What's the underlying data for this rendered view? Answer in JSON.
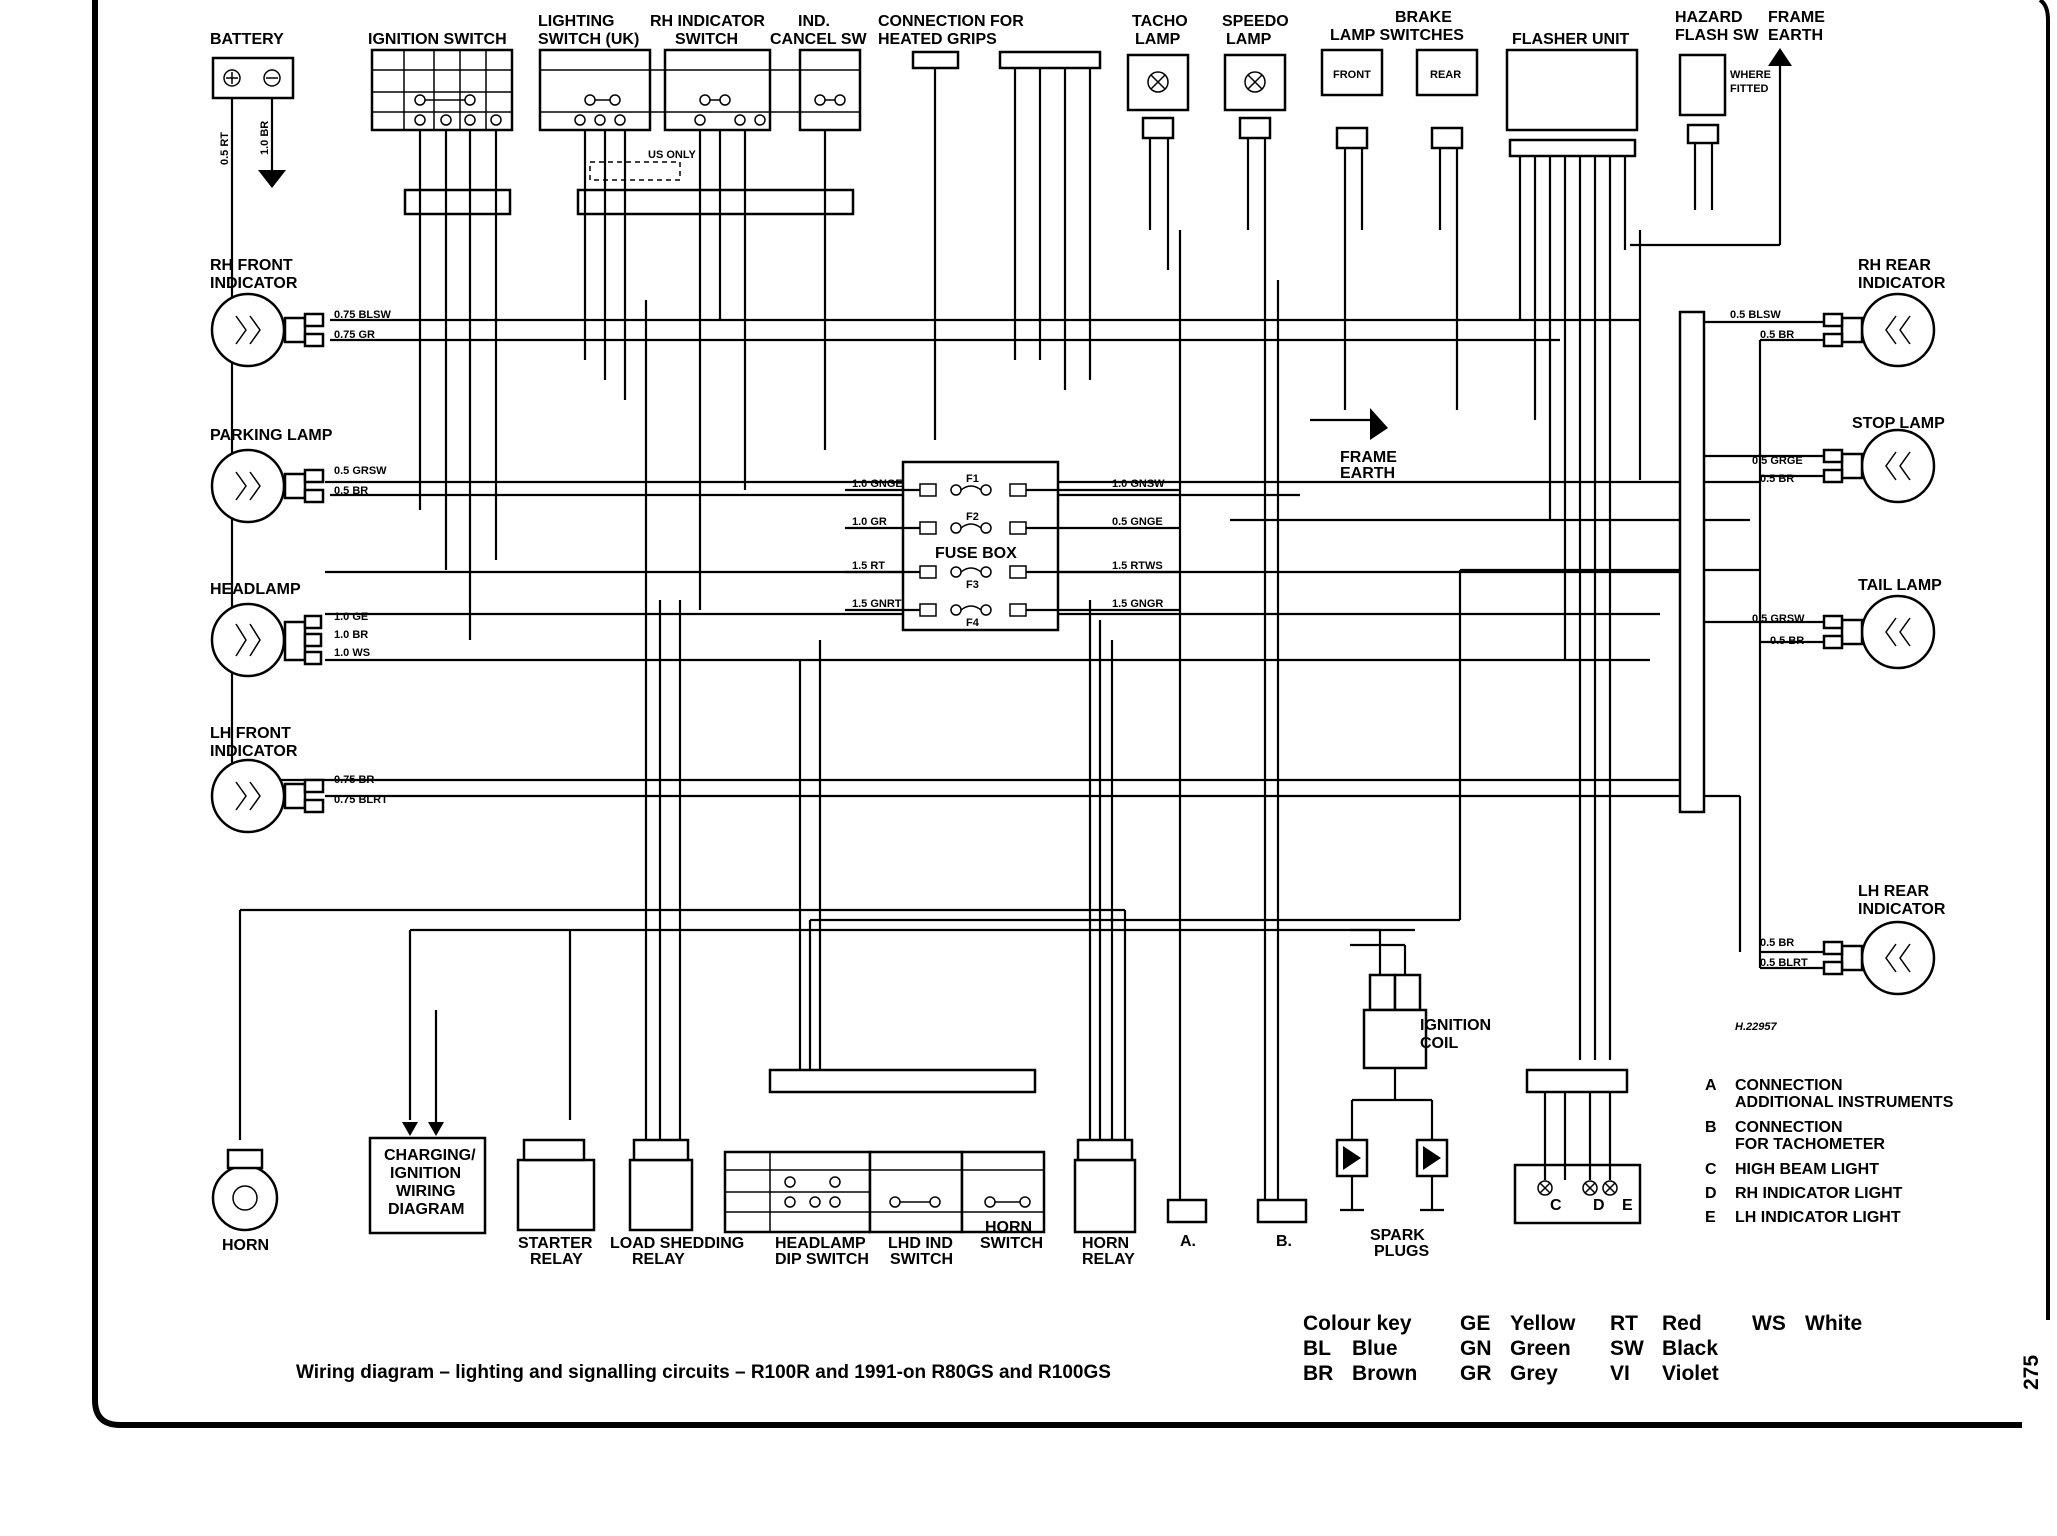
{
  "components": {
    "battery": "BATTERY",
    "ignition_switch": "IGNITION SWITCH",
    "lighting_switch": [
      "LIGHTING",
      "SWITCH (UK)"
    ],
    "rh_indicator_switch": [
      "RH INDICATOR",
      "SWITCH"
    ],
    "ind_cancel_sw": [
      "IND.",
      "CANCEL SW"
    ],
    "heated_grips": [
      "CONNECTION FOR",
      "HEATED GRIPS"
    ],
    "tacho_lamp": [
      "TACHO",
      "LAMP"
    ],
    "speedo_lamp": [
      "SPEEDO",
      "LAMP"
    ],
    "brake_lamp_switches": [
      "BRAKE",
      "LAMP SWITCHES"
    ],
    "brake_front": "FRONT",
    "brake_rear": "REAR",
    "flasher_unit": "FLASHER UNIT",
    "hazard_flash_sw": [
      "HAZARD",
      "FLASH SW"
    ],
    "where_fitted": [
      "WHERE",
      "FITTED"
    ],
    "frame_earth_top": [
      "FRAME",
      "EARTH"
    ],
    "frame_earth_mid": [
      "FRAME",
      "EARTH"
    ],
    "rh_front_indicator": [
      "RH FRONT",
      "INDICATOR"
    ],
    "parking_lamp": "PARKING LAMP",
    "headlamp": "HEADLAMP",
    "lh_front_indicator": [
      "LH FRONT",
      "INDICATOR"
    ],
    "rh_rear_indicator": [
      "RH REAR",
      "INDICATOR"
    ],
    "stop_lamp": "STOP LAMP",
    "tail_lamp": "TAIL LAMP",
    "lh_rear_indicator": [
      "LH REAR",
      "INDICATOR"
    ],
    "fuse_box": "FUSE BOX",
    "fuses": [
      "F1",
      "F2",
      "F3",
      "F4"
    ],
    "horn": "HORN",
    "charging_ignition": [
      "CHARGING/",
      "IGNITION",
      "WIRING",
      "DIAGRAM"
    ],
    "starter_relay": [
      "STARTER",
      "RELAY"
    ],
    "load_shedding_relay": [
      "LOAD SHEDDING",
      "RELAY"
    ],
    "headlamp_dip_switch": [
      "HEADLAMP",
      "DIP SWITCH"
    ],
    "lhd_ind_switch": [
      "LHD IND",
      "SWITCH"
    ],
    "horn_switch": [
      "HORN",
      "SWITCH"
    ],
    "horn_relay": [
      "HORN",
      "RELAY"
    ],
    "connector_a": "A.",
    "connector_b": "B.",
    "ignition_coil": [
      "IGNITION",
      "COIL"
    ],
    "spark_plugs": [
      "SPARK",
      "PLUGS"
    ],
    "us_only": "US ONLY",
    "ref_code": "H.22957",
    "indicator_letters": [
      "C",
      "D",
      "E"
    ]
  },
  "wire_labels": {
    "rh_front": [
      "0.75 BLSW",
      "0.75 GR"
    ],
    "parking": [
      "0.5 GRSW",
      "0.5 BR"
    ],
    "headlamp": [
      "1.0 GE",
      "1.0 BR",
      "1.0 WS"
    ],
    "lh_front": [
      "0.75 BR",
      "0.75 BLRT"
    ],
    "rh_rear": [
      "0.5 BLSW",
      "0.5 BR"
    ],
    "stop": [
      "0.5 GRGE",
      "0.5 BR"
    ],
    "tail": [
      "0.5 GRSW",
      "0.5 BR"
    ],
    "lh_rear": [
      "0.5 BR",
      "0.5 BLRT"
    ],
    "fuse_left": [
      "1.0 GNGE",
      "1.0 GR",
      "1.5 RT",
      "1.5 GNRT"
    ],
    "fuse_right": [
      "1.0 GNSW",
      "0.5 GNGE",
      "1.5 RTWS",
      "1.5 GNGR"
    ],
    "battery": [
      "0.5 RT",
      "1.0 BR"
    ]
  },
  "legend": {
    "items": [
      {
        "code": "A",
        "text": [
          "CONNECTION",
          "ADDITIONAL INSTRUMENTS"
        ]
      },
      {
        "code": "B",
        "text": [
          "CONNECTION",
          "FOR TACHOMETER"
        ]
      },
      {
        "code": "C",
        "text": [
          "HIGH BEAM LIGHT"
        ]
      },
      {
        "code": "D",
        "text": [
          "RH INDICATOR LIGHT"
        ]
      },
      {
        "code": "E",
        "text": [
          "LH INDICATOR LIGHT"
        ]
      }
    ]
  },
  "colour_key": {
    "title": "Colour key",
    "entries": [
      {
        "code": "BL",
        "name": "Blue"
      },
      {
        "code": "BR",
        "name": "Brown"
      },
      {
        "code": "GE",
        "name": "Yellow"
      },
      {
        "code": "GN",
        "name": "Green"
      },
      {
        "code": "GR",
        "name": "Grey"
      },
      {
        "code": "RT",
        "name": "Red"
      },
      {
        "code": "SW",
        "name": "Black"
      },
      {
        "code": "VI",
        "name": "Violet"
      },
      {
        "code": "WS",
        "name": "White"
      }
    ]
  },
  "caption": "Wiring diagram – lighting and signalling circuits – R100R and 1991-on R80GS and R100GS",
  "page_number": "275"
}
